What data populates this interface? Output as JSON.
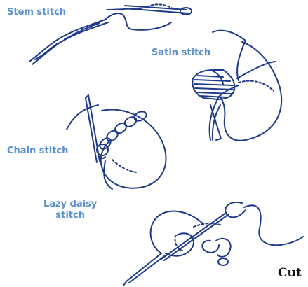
{
  "labels": {
    "stem": "Stem stitch",
    "satin": "Satin stitch",
    "chain": "Chain stitch",
    "lazy_daisy": "Lazy daisy\nstitch"
  },
  "cut_text": "Cut",
  "colors": {
    "line": "#1f3a8a",
    "label": "#5b8fd0",
    "needle_fill": "#ffffff"
  }
}
